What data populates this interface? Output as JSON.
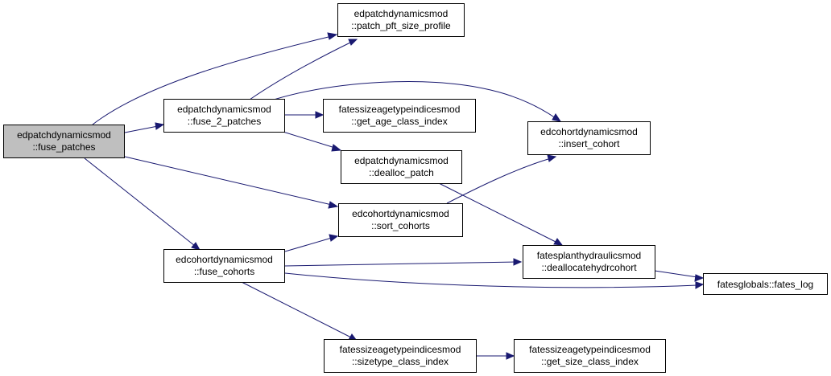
{
  "colors": {
    "edge": "#191970",
    "root_fill": "#bfbfbf",
    "node_fill": "#ffffff",
    "border": "#000000"
  },
  "nodes": {
    "fuse_patches": {
      "line1": "edpatchdynamicsmod",
      "line2": "::fuse_patches"
    },
    "patch_pft_size_profile": {
      "line1": "edpatchdynamicsmod",
      "line2": "::patch_pft_size_profile"
    },
    "fuse_2_patches": {
      "line1": "edpatchdynamicsmod",
      "line2": "::fuse_2_patches"
    },
    "get_age_class_index": {
      "line1": "fatessizeagetypeindicesmod",
      "line2": "::get_age_class_index"
    },
    "insert_cohort": {
      "line1": "edcohortdynamicsmod",
      "line2": "::insert_cohort"
    },
    "dealloc_patch": {
      "line1": "edpatchdynamicsmod",
      "line2": "::dealloc_patch"
    },
    "sort_cohorts": {
      "line1": "edcohortdynamicsmod",
      "line2": "::sort_cohorts"
    },
    "fuse_cohorts": {
      "line1": "edcohortdynamicsmod",
      "line2": "::fuse_cohorts"
    },
    "deallocatehydrcohort": {
      "line1": "fatesplanthydraulicsmod",
      "line2": "::deallocatehydrcohort"
    },
    "fates_log": {
      "line1": "fatesglobals::fates_log"
    },
    "sizetype_class_index": {
      "line1": "fatessizeagetypeindicesmod",
      "line2": "::sizetype_class_index"
    },
    "get_size_class_index": {
      "line1": "fatessizeagetypeindicesmod",
      "line2": "::get_size_class_index"
    }
  },
  "edges": [
    {
      "from": "fuse_patches",
      "to": "patch_pft_size_profile"
    },
    {
      "from": "fuse_patches",
      "to": "fuse_2_patches"
    },
    {
      "from": "fuse_patches",
      "to": "sort_cohorts"
    },
    {
      "from": "fuse_patches",
      "to": "fuse_cohorts"
    },
    {
      "from": "fuse_2_patches",
      "to": "patch_pft_size_profile"
    },
    {
      "from": "fuse_2_patches",
      "to": "get_age_class_index"
    },
    {
      "from": "fuse_2_patches",
      "to": "insert_cohort"
    },
    {
      "from": "fuse_2_patches",
      "to": "dealloc_patch"
    },
    {
      "from": "dealloc_patch",
      "to": "deallocatehydrcohort"
    },
    {
      "from": "sort_cohorts",
      "to": "insert_cohort"
    },
    {
      "from": "fuse_cohorts",
      "to": "sort_cohorts"
    },
    {
      "from": "fuse_cohorts",
      "to": "deallocatehydrcohort"
    },
    {
      "from": "fuse_cohorts",
      "to": "fates_log"
    },
    {
      "from": "fuse_cohorts",
      "to": "sizetype_class_index"
    },
    {
      "from": "deallocatehydrcohort",
      "to": "fates_log"
    },
    {
      "from": "sizetype_class_index",
      "to": "get_size_class_index"
    }
  ]
}
